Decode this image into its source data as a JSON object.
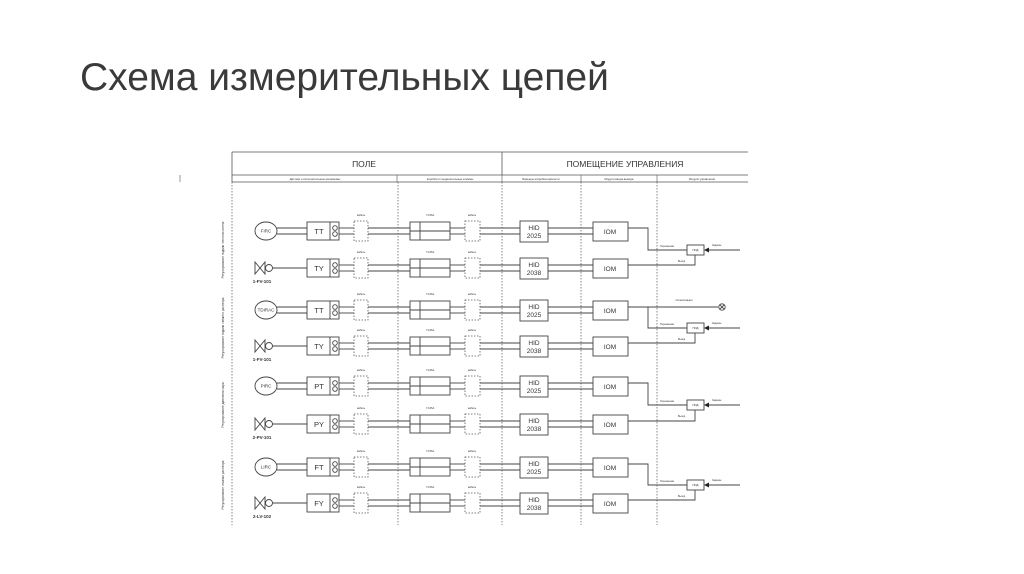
{
  "slide": {
    "title": "Схема измерительных цепей"
  },
  "diagram": {
    "sections": [
      "ПОЛЕ",
      "ПОМЕЩЕНИЕ УПРАВЛЕНИЯ"
    ],
    "subsections": [
      "Датчики и исполнительные механизмы",
      "Коробки и соединительные клеммы",
      "Барьеры искробезопасности",
      "Модули ввода-вывода",
      "Модули управления"
    ],
    "groups": [
      "Регулирование подачи теплоносителя",
      "Регулирование подачи свежего раствора",
      "Регулирование давления пара",
      "Регулирование откачки раствора"
    ],
    "cable_label": "кабель",
    "junction_label": "Y-615A",
    "pid_label": "ПИД",
    "pid_inputs": {
      "pv": "Переменная",
      "sp": "Задание",
      "out": "Выход"
    },
    "alarm_label": "Сигнализация",
    "rows": [
      {
        "kind": "sensor",
        "tag": "FIRC",
        "transmitter": "TT",
        "barrier": [
          "HID",
          "2025"
        ],
        "io": "IOM"
      },
      {
        "kind": "valve",
        "tag": "1-FV-101",
        "transmitter": "TY",
        "barrier": [
          "HID",
          "2038"
        ],
        "io": "IOM"
      },
      {
        "kind": "sensor",
        "tag": "TDIRAC",
        "transmitter": "TT",
        "barrier": [
          "HID",
          "2025"
        ],
        "io": "IOM"
      },
      {
        "kind": "valve",
        "tag": "1-FV-101",
        "transmitter": "TY",
        "barrier": [
          "HID",
          "2038"
        ],
        "io": "IOM"
      },
      {
        "kind": "sensor",
        "tag": "PIRC",
        "transmitter": "PT",
        "barrier": [
          "HID",
          "2025"
        ],
        "io": "IOM"
      },
      {
        "kind": "valve",
        "tag": "2-PV-101",
        "transmitter": "PY",
        "barrier": [
          "HID",
          "2038"
        ],
        "io": "IOM"
      },
      {
        "kind": "sensor",
        "tag": "LIRC",
        "transmitter": "FT",
        "barrier": [
          "HID",
          "2025"
        ],
        "io": "IOM"
      },
      {
        "kind": "valve",
        "tag": "2-LV-102",
        "transmitter": "FY",
        "barrier": [
          "HID",
          "2038"
        ],
        "io": "IOM"
      }
    ]
  }
}
